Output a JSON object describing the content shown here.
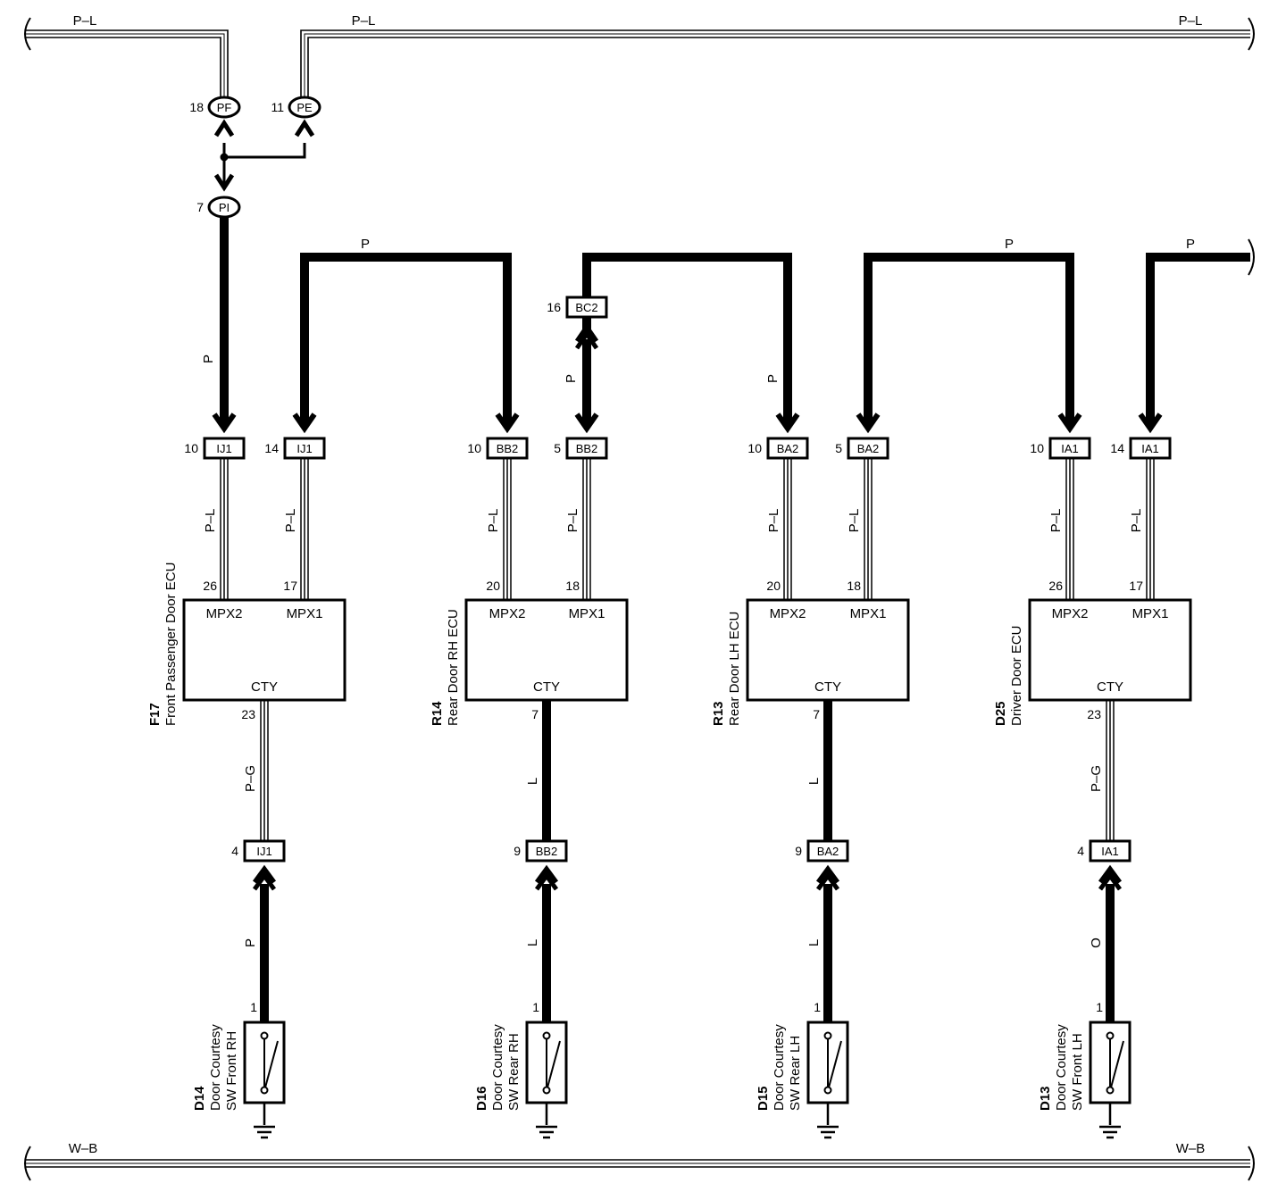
{
  "colors": {
    "ink": "#000000",
    "paper": "#ffffff"
  },
  "top_bus": {
    "wire": "P–L",
    "labels": [
      "P–L",
      "P–L",
      "P–L"
    ]
  },
  "bottom_bus": {
    "wire": "W–B",
    "labels": [
      "W–B",
      "W–B"
    ]
  },
  "splices": [
    {
      "pin": "18",
      "code": "PF"
    },
    {
      "pin": "11",
      "code": "PE"
    },
    {
      "pin": "7",
      "code": "PI"
    }
  ],
  "top_links": [
    {
      "wire": "P"
    },
    {
      "wire": "P"
    },
    {
      "wire": "P"
    },
    {
      "wire": "P"
    }
  ],
  "pi_trunk_wire": "P",
  "bc2": {
    "pin": "16",
    "code": "BC2",
    "wire": "P"
  },
  "ba2_feed_wire": "P",
  "connectors_upper": [
    {
      "pin": "10",
      "code": "IJ1"
    },
    {
      "pin": "14",
      "code": "IJ1"
    },
    {
      "pin": "10",
      "code": "BB2"
    },
    {
      "pin": "5",
      "code": "BB2"
    },
    {
      "pin": "10",
      "code": "BA2"
    },
    {
      "pin": "5",
      "code": "BA2"
    },
    {
      "pin": "10",
      "code": "IA1"
    },
    {
      "pin": "14",
      "code": "IA1"
    }
  ],
  "upper_wires": [
    "P–L",
    "P–L",
    "P–L",
    "P–L",
    "P–L",
    "P–L",
    "P–L",
    "P–L"
  ],
  "ecus": [
    {
      "id": "F17",
      "name": "Front Passenger Door ECU",
      "mpx2_pin": "26",
      "mpx1_pin": "17",
      "mpx2": "MPX2",
      "mpx1": "MPX1",
      "cty": "CTY",
      "cty_pin": "23",
      "cty_wire": "P–G"
    },
    {
      "id": "R14",
      "name": "Rear Door RH ECU",
      "mpx2_pin": "20",
      "mpx1_pin": "18",
      "mpx2": "MPX2",
      "mpx1": "MPX1",
      "cty": "CTY",
      "cty_pin": "7",
      "cty_wire": "L"
    },
    {
      "id": "R13",
      "name": "Rear Door LH ECU",
      "mpx2_pin": "20",
      "mpx1_pin": "18",
      "mpx2": "MPX2",
      "mpx1": "MPX1",
      "cty": "CTY",
      "cty_pin": "7",
      "cty_wire": "L"
    },
    {
      "id": "D25",
      "name": "Driver Door ECU",
      "mpx2_pin": "26",
      "mpx1_pin": "17",
      "mpx2": "MPX2",
      "mpx1": "MPX1",
      "cty": "CTY",
      "cty_pin": "23",
      "cty_wire": "P–G"
    }
  ],
  "connectors_lower": [
    {
      "pin": "4",
      "code": "IJ1",
      "wire": "P"
    },
    {
      "pin": "9",
      "code": "BB2",
      "wire": "L"
    },
    {
      "pin": "9",
      "code": "BA2",
      "wire": "L"
    },
    {
      "pin": "4",
      "code": "IA1",
      "wire": "O"
    }
  ],
  "switches": [
    {
      "id": "D14",
      "line1": "Door Courtesy",
      "line2": "SW Front RH",
      "pin": "1"
    },
    {
      "id": "D16",
      "line1": "Door Courtesy",
      "line2": "SW Rear RH",
      "pin": "1"
    },
    {
      "id": "D15",
      "line1": "Door Courtesy",
      "line2": "SW Rear LH",
      "pin": "1"
    },
    {
      "id": "D13",
      "line1": "Door Courtesy",
      "line2": "SW Front LH",
      "pin": "1"
    }
  ]
}
